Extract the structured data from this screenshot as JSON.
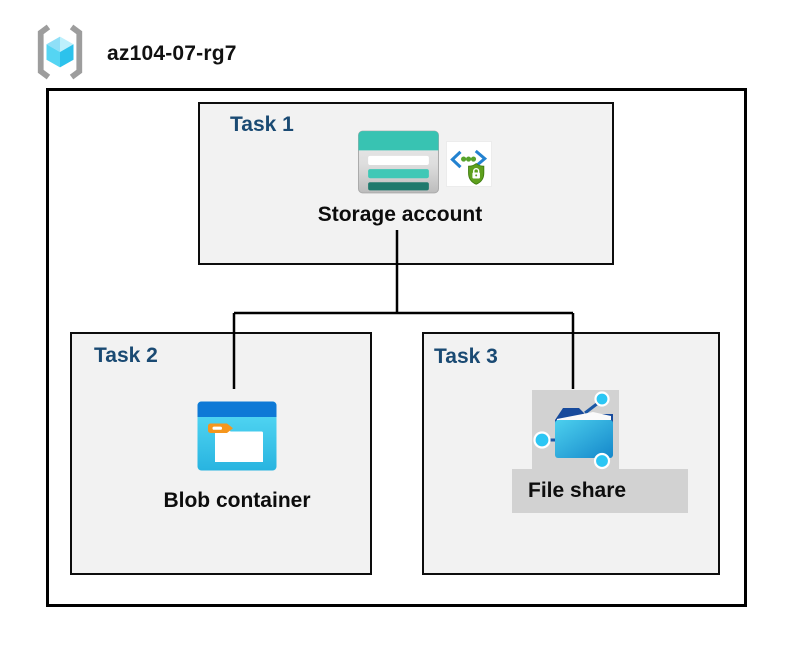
{
  "resource_group": {
    "name": "az104-07-rg7",
    "icon": "resource-group-icon"
  },
  "tasks": [
    {
      "label": "Task 1",
      "node_label": "Storage account",
      "icons": [
        "storage-account-icon",
        "api-security-icon"
      ],
      "highlighted": false
    },
    {
      "label": "Task 2",
      "node_label": "Blob container",
      "icons": [
        "blob-container-icon"
      ],
      "highlighted": false
    },
    {
      "label": "Task 3",
      "node_label": "File share",
      "icons": [
        "file-share-icon"
      ],
      "highlighted": true
    }
  ],
  "connections": [
    {
      "from": "Storage account",
      "to": "Blob container"
    },
    {
      "from": "Storage account",
      "to": "File share"
    }
  ],
  "colors": {
    "task_label": "#1a4a73",
    "panel_fill": "#f2f2f2",
    "border": "#000000",
    "highlight_gray": "#d2d2d2",
    "storage_teal": "#38c3b2",
    "storage_teal_dark": "#1f7a6d",
    "blob_header_blue": "#0e79d6",
    "blob_body_cyan": "#35c3e9",
    "file_share_navy": "#174a9c",
    "node_cyan": "#2bc6f4",
    "shield_green": "#5ea01d",
    "chevron_blue": "#2382d0",
    "bracket_gray": "#9d9d9d",
    "tag_orange": "#f5961d"
  }
}
